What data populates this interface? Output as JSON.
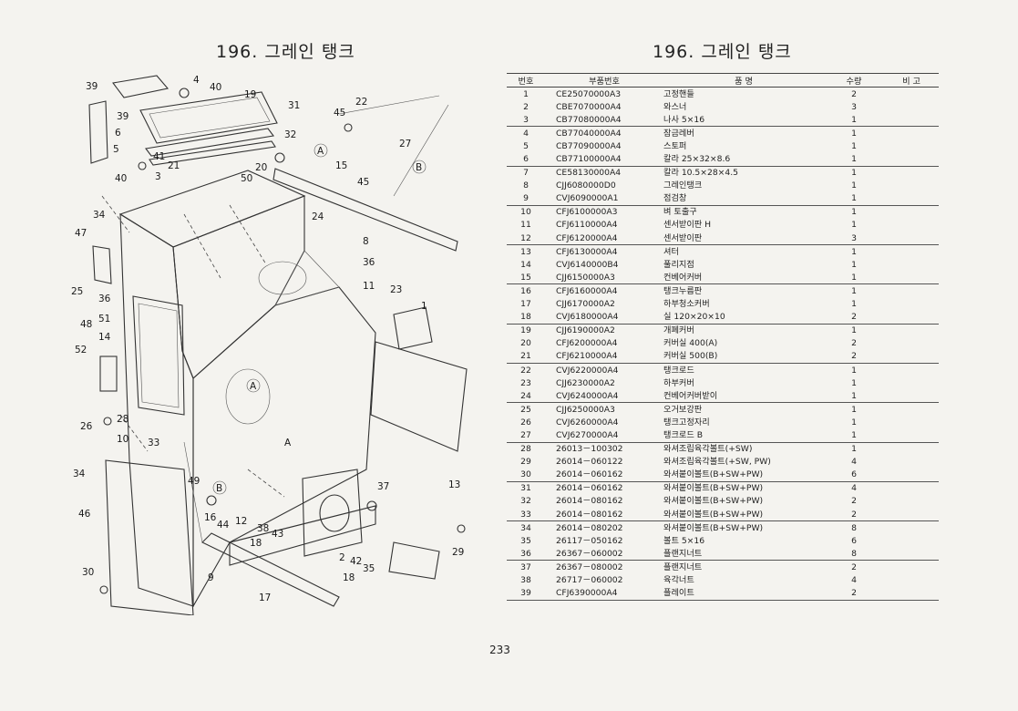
{
  "titles": {
    "left": "196. 그레인 탱크",
    "right": "196. 그레인 탱크"
  },
  "table": {
    "headers": {
      "no": "번호",
      "part_no": "부품번호",
      "name": "품     명",
      "qty": "수량",
      "remark": "비  고"
    },
    "rows": [
      {
        "no": "1",
        "pn": "CE25070000A3",
        "name": "고정핸들",
        "qty": "2"
      },
      {
        "no": "2",
        "pn": "CBE7070000A4",
        "name": "와스너",
        "qty": "3"
      },
      {
        "no": "3",
        "pn": "CB77080000A4",
        "name": "나사 5×16",
        "qty": "1"
      },
      {
        "no": "4",
        "pn": "CB77040000A4",
        "name": "잠금레버",
        "qty": "1"
      },
      {
        "no": "5",
        "pn": "CB77090000A4",
        "name": "스토퍼",
        "qty": "1"
      },
      {
        "no": "6",
        "pn": "CB77100000A4",
        "name": "칼라 25×32×8.6",
        "qty": "1"
      },
      {
        "no": "7",
        "pn": "CE58130000A4",
        "name": "칼라 10.5×28×4.5",
        "qty": "1"
      },
      {
        "no": "8",
        "pn": "CJJ6080000D0",
        "name": "그레인탱크",
        "qty": "1"
      },
      {
        "no": "9",
        "pn": "CVJ6090000A1",
        "name": "점검창",
        "qty": "1"
      },
      {
        "no": "10",
        "pn": "CFJ6100000A3",
        "name": "벼 토출구",
        "qty": "1"
      },
      {
        "no": "11",
        "pn": "CFJ6110000A4",
        "name": "센서받이판 H",
        "qty": "1"
      },
      {
        "no": "12",
        "pn": "CFJ6120000A4",
        "name": "센서받이판",
        "qty": "3"
      },
      {
        "no": "13",
        "pn": "CFJ6130000A4",
        "name": "셔터",
        "qty": "1"
      },
      {
        "no": "14",
        "pn": "CVJ6140000B4",
        "name": "풀리지점",
        "qty": "1"
      },
      {
        "no": "15",
        "pn": "CJJ6150000A3",
        "name": "컨베어커버",
        "qty": "1"
      },
      {
        "no": "16",
        "pn": "CFJ6160000A4",
        "name": "탱크누름판",
        "qty": "1"
      },
      {
        "no": "17",
        "pn": "CJJ6170000A2",
        "name": "하부청소커버",
        "qty": "1"
      },
      {
        "no": "18",
        "pn": "CVJ6180000A4",
        "name": "실 120×20×10",
        "qty": "2"
      },
      {
        "no": "19",
        "pn": "CJJ6190000A2",
        "name": "개폐커버",
        "qty": "1"
      },
      {
        "no": "20",
        "pn": "CFJ6200000A4",
        "name": "커버실 400(A)",
        "qty": "2"
      },
      {
        "no": "21",
        "pn": "CFJ6210000A4",
        "name": "커버실 500(B)",
        "qty": "2"
      },
      {
        "no": "22",
        "pn": "CVJ6220000A4",
        "name": "탱크로드",
        "qty": "1"
      },
      {
        "no": "23",
        "pn": "CJJ6230000A2",
        "name": "하부커버",
        "qty": "1"
      },
      {
        "no": "24",
        "pn": "CVJ6240000A4",
        "name": "컨베어커버받이",
        "qty": "1"
      },
      {
        "no": "25",
        "pn": "CJJ6250000A3",
        "name": "오거보강판",
        "qty": "1"
      },
      {
        "no": "26",
        "pn": "CVJ6260000A4",
        "name": "탱크고정자리",
        "qty": "1"
      },
      {
        "no": "27",
        "pn": "CVJ6270000A4",
        "name": "탱크로드 B",
        "qty": "1"
      },
      {
        "no": "28",
        "pn": "26013－100302",
        "name": "와셔조립육각볼트(+SW)",
        "qty": "1"
      },
      {
        "no": "29",
        "pn": "26014－060122",
        "name": "와셔조립육각볼트(+SW, PW)",
        "qty": "4"
      },
      {
        "no": "30",
        "pn": "26014－060162",
        "name": "와셔붙이볼트(B+SW+PW)",
        "qty": "6"
      },
      {
        "no": "31",
        "pn": "26014－060162",
        "name": "와셔붙이볼트(B+SW+PW)",
        "qty": "4"
      },
      {
        "no": "32",
        "pn": "26014－080162",
        "name": "와셔붙이볼트(B+SW+PW)",
        "qty": "2"
      },
      {
        "no": "33",
        "pn": "26014－080162",
        "name": "와셔붙이볼트(B+SW+PW)",
        "qty": "2"
      },
      {
        "no": "34",
        "pn": "26014－080202",
        "name": "와셔붙이볼트(B+SW+PW)",
        "qty": "8"
      },
      {
        "no": "35",
        "pn": "26117－050162",
        "name": "볼트 5×16",
        "qty": "6"
      },
      {
        "no": "36",
        "pn": "26367－060002",
        "name": "플랜지너트",
        "qty": "8"
      },
      {
        "no": "37",
        "pn": "26367－080002",
        "name": "플랜지너트",
        "qty": "2"
      },
      {
        "no": "38",
        "pn": "26717－060002",
        "name": "육각너트",
        "qty": "4"
      },
      {
        "no": "39",
        "pn": "CFJ6390000A4",
        "name": "플레이트",
        "qty": "2"
      }
    ]
  },
  "diagram_labels": [
    "39",
    "4",
    "40",
    "19",
    "31",
    "22",
    "45",
    "39",
    "6",
    "5",
    "41",
    "21",
    "3",
    "40",
    "50",
    "20",
    "32",
    "27",
    "15",
    "45",
    "24",
    "34",
    "47",
    "8",
    "36",
    "25",
    "11",
    "23",
    "1",
    "36",
    "51",
    "48",
    "14",
    "52",
    "26",
    "28",
    "10",
    "33",
    "49",
    "13",
    "34",
    "37",
    "46",
    "16",
    "44",
    "12",
    "38",
    "43",
    "18",
    "2",
    "42",
    "35",
    "29",
    "30",
    "9",
    "17",
    "18",
    "A",
    "B",
    "A",
    "B",
    "A"
  ],
  "page_number": "233"
}
